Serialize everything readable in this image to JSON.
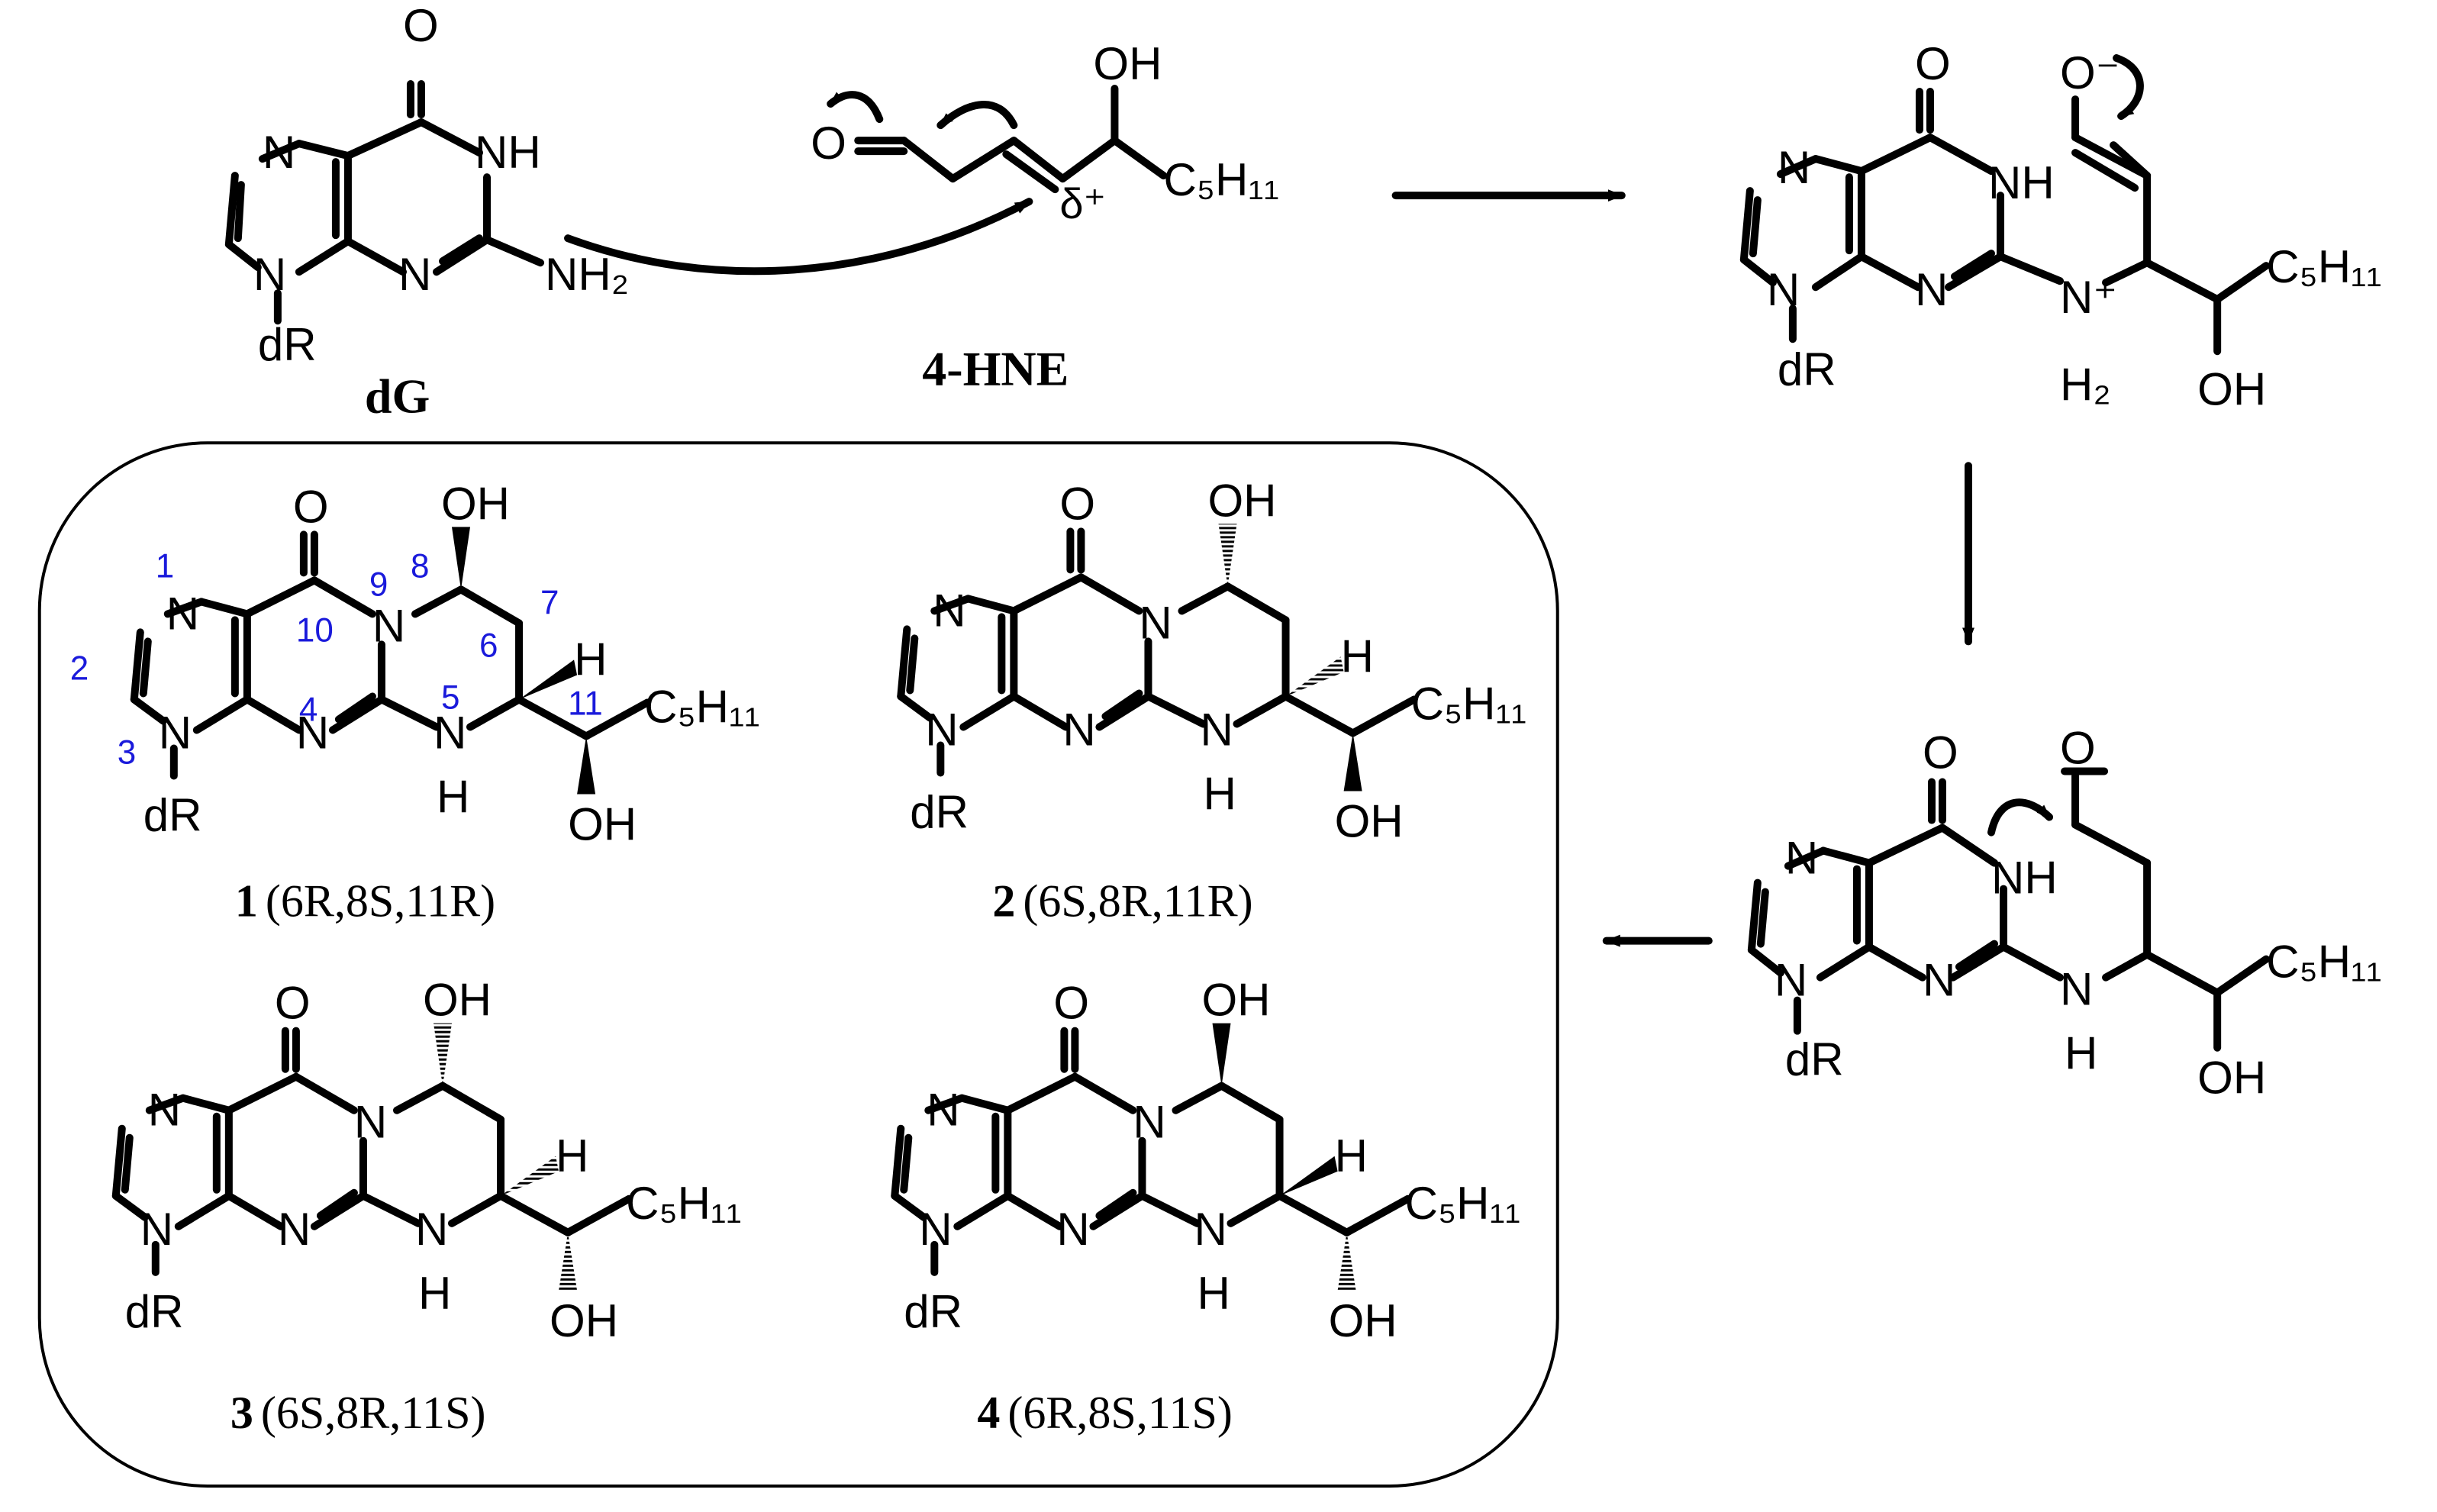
{
  "colors": {
    "ink": "#000000",
    "locant": "#1a1adb",
    "background": "#ffffff"
  },
  "atoms": {
    "O": "O",
    "OH": "OH",
    "N": "N",
    "NH": "NH",
    "NH2": "NH₂",
    "H": "H",
    "dR": "dR",
    "C5H11": "C₅H₁₁",
    "O_minus": "O⁻",
    "N_plus": "N⁺",
    "H2": "H₂",
    "delta_plus": "δ⁺"
  },
  "labels": {
    "dG": "dG",
    "hne": "4-HNE"
  },
  "locants": [
    "1",
    "2",
    "3",
    "4",
    "5",
    "6",
    "7",
    "8",
    "9",
    "10",
    "11"
  ],
  "products": [
    {
      "number": "1",
      "config": "(6R,8S,11R)"
    },
    {
      "number": "2",
      "config": "(6S,8R,11R)"
    },
    {
      "number": "3",
      "config": "(6S,8R,11S)"
    },
    {
      "number": "4",
      "config": "(6R,8S,11S)"
    }
  ]
}
